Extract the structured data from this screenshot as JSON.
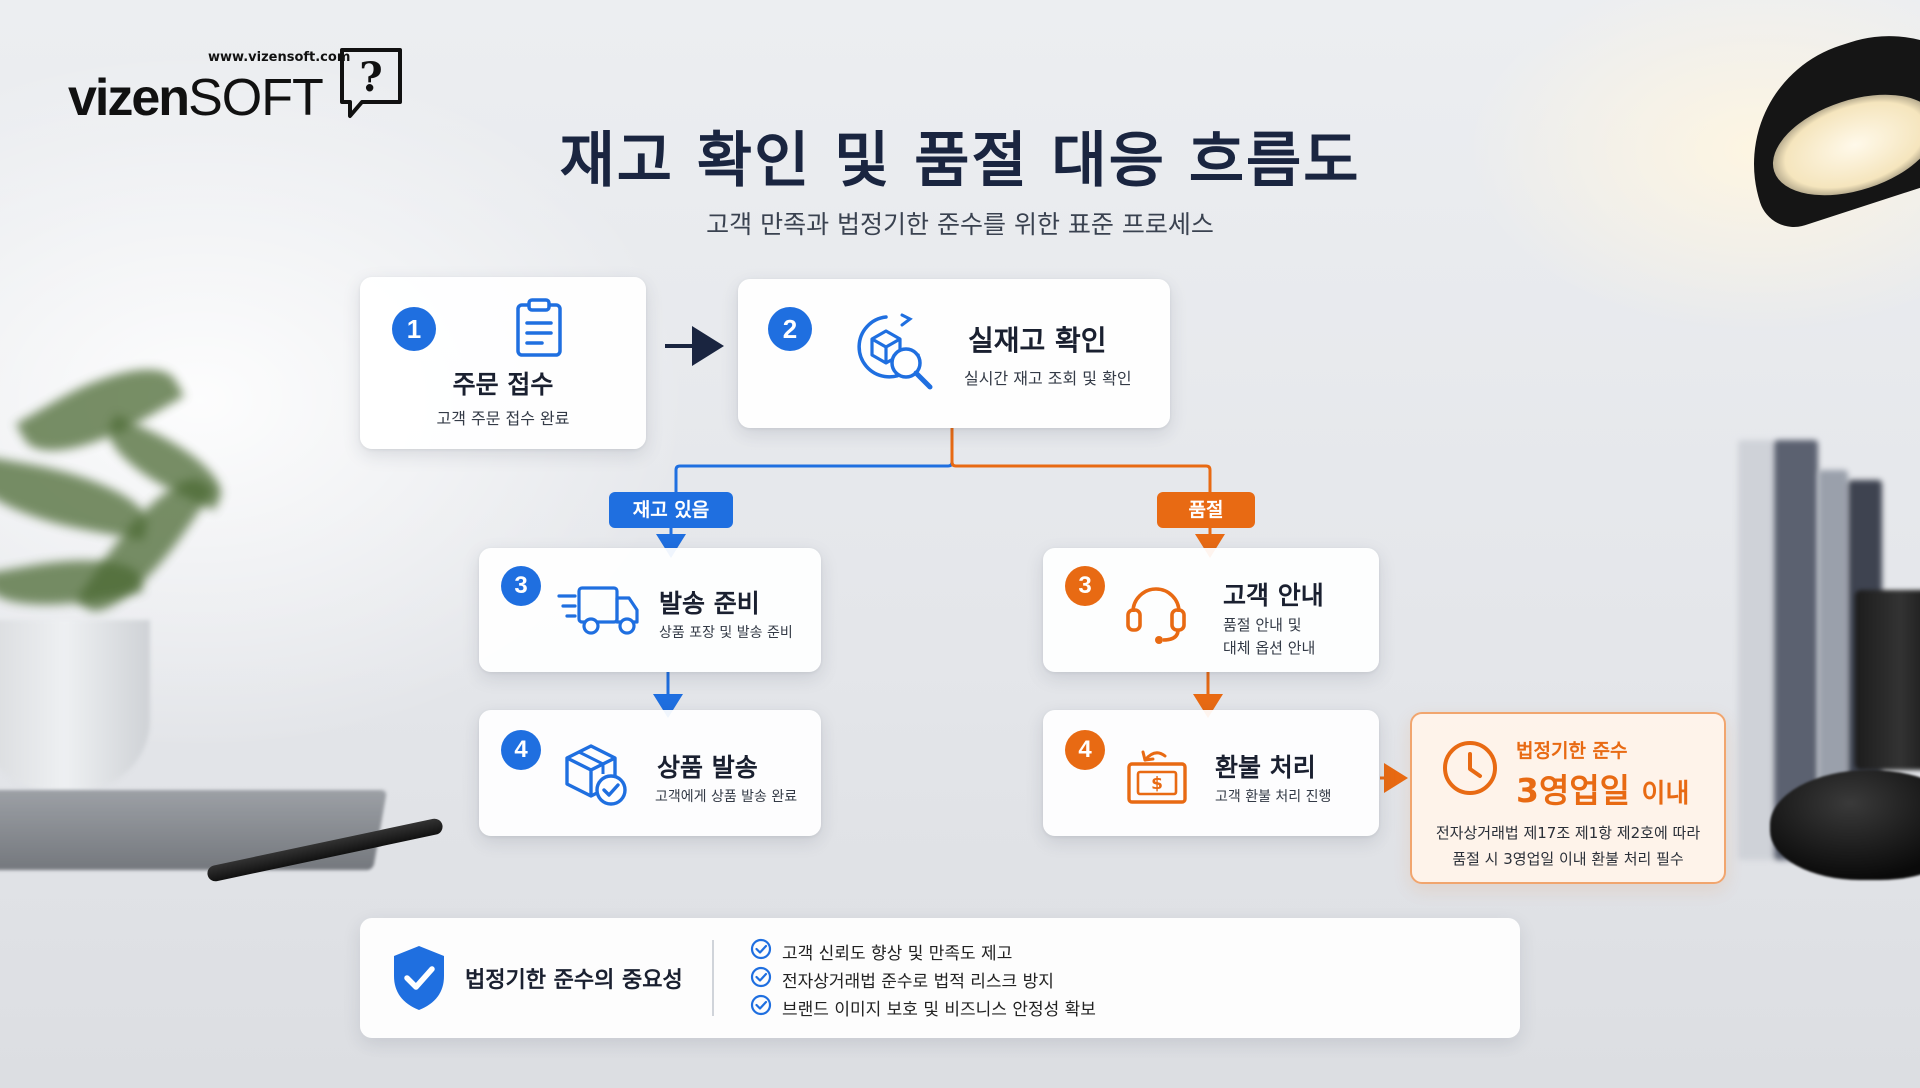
{
  "logo": {
    "url": "www.vizensoft.com",
    "word_bold": "vizen",
    "word_thin": "SOFT"
  },
  "title": "재고 확인 및 품절 대응 흐름도",
  "subtitle": "고객 만족과 법정기한 준수를 위한 표준 프로세스",
  "steps": {
    "order": {
      "num": "1",
      "title": "주문 접수",
      "desc": "고객 주문 접수 완료",
      "icon": "clipboard-icon"
    },
    "check": {
      "num": "2",
      "title": "실재고 확인",
      "desc": "실시간 재고 조회 및 확인",
      "icon": "box-search-icon"
    },
    "ship_prep": {
      "num": "3",
      "title": "발송 준비",
      "desc": "상품 포장 및 발송 준비",
      "icon": "truck-icon"
    },
    "shipped": {
      "num": "4",
      "title": "상품 발송",
      "desc": "고객에게 상품 발송 완료",
      "icon": "box-check-icon"
    },
    "notify": {
      "num": "3",
      "title": "고객 안내",
      "desc_line1": "품절 안내 및",
      "desc_line2": "대체 옵션 안내",
      "icon": "headset-icon"
    },
    "refund": {
      "num": "4",
      "title": "환불 처리",
      "desc": "고객 환불 처리 진행",
      "icon": "refund-money-icon"
    }
  },
  "branches": {
    "in_stock": "재고 있음",
    "sold_out": "품절"
  },
  "legal": {
    "label": "법정기한 준수",
    "big_num": "3영업일",
    "big_suffix": "이내",
    "text_line1": "전자상거래법 제17조 제1항 제2호에 따라",
    "text_line2": "품절 시 3영업일 이내 환불 처리 필수",
    "icon": "clock-icon"
  },
  "importance": {
    "title": "법정기한 준수의 중요성",
    "icon": "shield-check-icon",
    "items": [
      "고객 신뢰도 향상 및 만족도 제고",
      "전자상거래법 준수로 법적 리스크 방지",
      "브랜드 이미지 보호 및 비즈니스 안정성 확보"
    ]
  },
  "colors": {
    "blue": "#1f6fe0",
    "orange": "#e86a13",
    "navy": "#1a2540"
  }
}
